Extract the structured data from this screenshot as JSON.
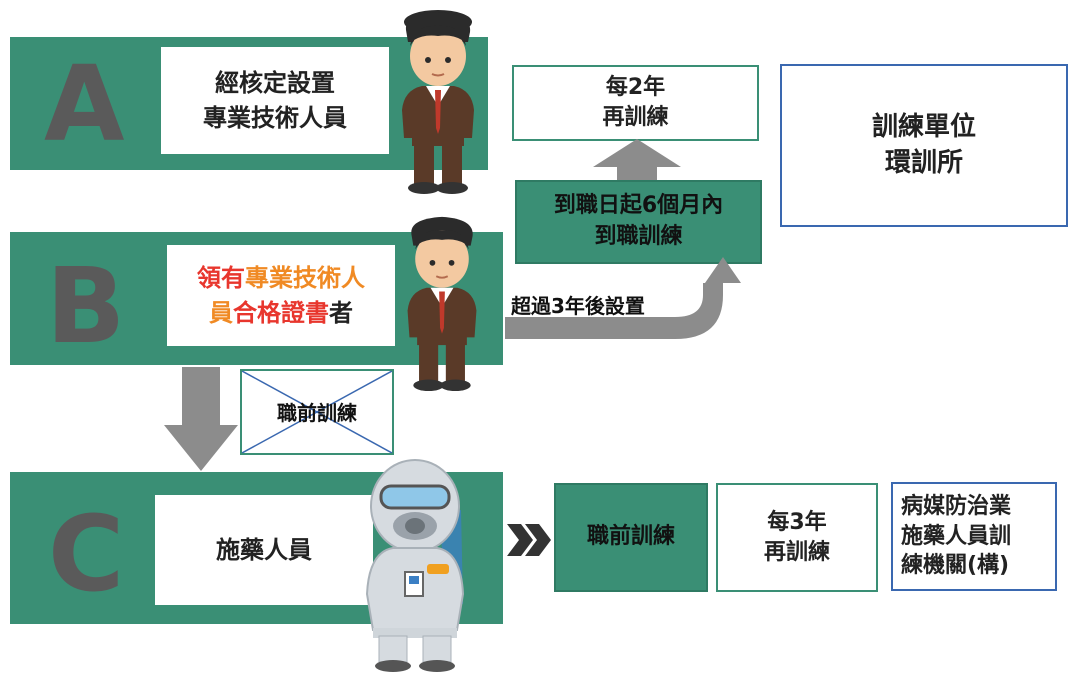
{
  "rows": {
    "a": {
      "letter": "A",
      "line1": "經核定設置",
      "line2": "專業技術人員"
    },
    "b": {
      "letter": "B",
      "line1_red": "領有",
      "line1_orange": "專業技術人",
      "line2_orange": "員",
      "line2_red": "合格證書",
      "line2_dark": "者"
    },
    "c": {
      "letter": "C",
      "label": "施藥人員"
    }
  },
  "flow_top": {
    "every2": {
      "line1": "每2年",
      "line2": "再訓練"
    },
    "within6": {
      "line1": "到職日起6個月內",
      "line2": "到職訓練"
    },
    "unit": {
      "line1": "訓練單位",
      "line2": "環訓所"
    },
    "over3_label": "超過3年後設置"
  },
  "pre_job_crossed": "職前訓練",
  "flow_bottom": {
    "prejob": "職前訓練",
    "every3": {
      "line1": "每3年",
      "line2": "再訓練"
    },
    "agency": {
      "line1": "病媒防治業",
      "line2": "施藥人員訓",
      "line3": "練機關(構)"
    }
  },
  "colors": {
    "green": "#3a8f75",
    "gray_arrow": "#8c8c8c",
    "letter_gray": "#5a5a5a",
    "blue_border": "#3a68b0",
    "red": "#e8362d",
    "orange": "#f08a24"
  }
}
